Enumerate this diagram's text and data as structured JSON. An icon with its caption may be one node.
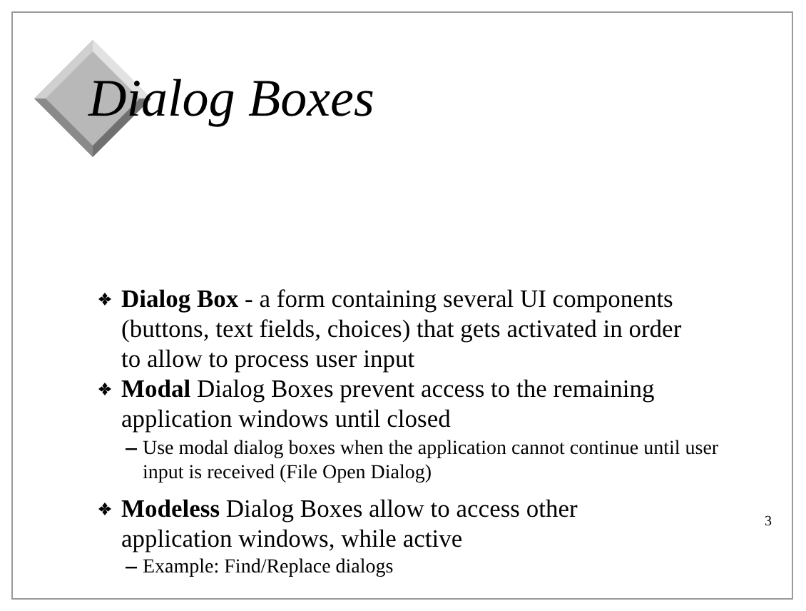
{
  "diagram": {
    "title": "Dialog Boxes",
    "labels": [
      "**Dialog Box** - a form containing several UI components (buttons, text fields, choices) that gets activated in order to allow to process user input",
      "**Modal** Dialog Boxes prevent access to the remaining application windows until closed",
      "Use modal dialog boxes when the application cannot continue until user input is received (File Open Dialog)",
      "**Modeless** Dialog Boxes allow to access other application windows, while active",
      "Example: Find/Replace dialogs",
      "3"
    ]
  }
}
